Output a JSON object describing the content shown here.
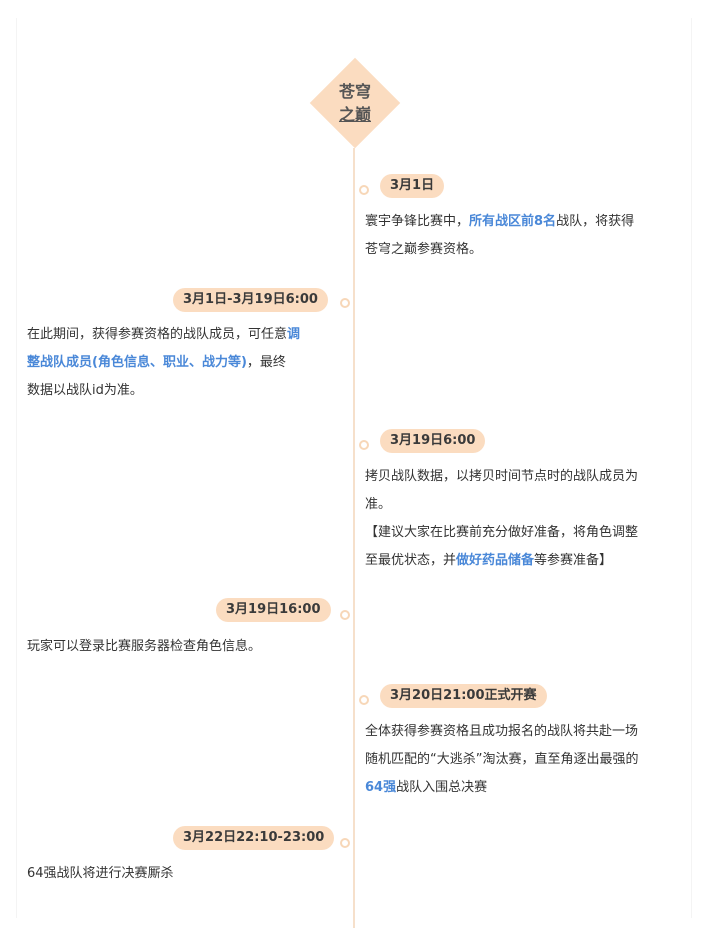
{
  "header": {
    "line1": "苍穹",
    "line2": "之巅"
  },
  "events": {
    "e1": {
      "date": "3月1日",
      "t1": "寰宇争锋比赛中，",
      "h1": "所有战区前8名",
      "t2": "战队，将获得",
      "t3": "苍穹之巅参赛资格。"
    },
    "e2": {
      "date": "3月1日-3月19日6:00",
      "t1": "在此期间，获得参赛资格的战队成员，可任意",
      "h1": "调",
      "h2": "整战队成员(角色信息、职业、战力等)",
      "t2": "，最终",
      "t3": "数据以战队id为准。"
    },
    "e3": {
      "date": "3月19日6:00",
      "t1": "拷贝战队数据，以拷贝时间节点时的战队成员为",
      "t2": "准。",
      "t3": "【建议大家在比赛前充分做好准备，将角色调整",
      "t4": "至最优状态，并",
      "h1": "做好药品储备",
      "t5": "等参赛准备】"
    },
    "e4": {
      "date": "3月19日16:00",
      "t1": "玩家可以登录比赛服务器检查角色信息。"
    },
    "e5": {
      "date": "3月20日21:00正式开赛",
      "t1": "全体获得参赛资格且成功报名的战队将共赴一场",
      "t2": "随机匹配的“大逃杀”淘汰赛，直至角逐出最强的",
      "h1": "64强",
      "t3": "战队入围总决赛"
    },
    "e6": {
      "date": "3月22日22:10-23:00",
      "t1": "64强战队将进行决赛厮杀"
    }
  }
}
